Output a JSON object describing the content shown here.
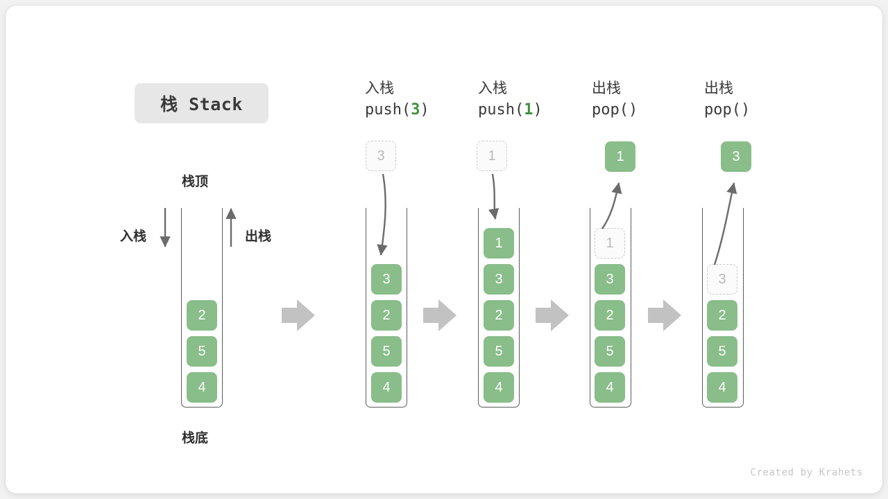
{
  "diagram": {
    "title": "栈 Stack",
    "credit": "Created by Krahets",
    "accent_green": "#89bd89",
    "ghost_border": "#c9c9c9",
    "outline": "#5b5b5b",
    "flow_arrow_color": "#c2c2c2",
    "annotations": {
      "top": "栈顶",
      "bottom": "栈底",
      "push_side": "入栈",
      "pop_side": "出栈"
    },
    "columns": [
      {
        "id": "initial",
        "head_cn": "",
        "head_code": "",
        "head_code_arg": "",
        "cells": [
          "2",
          "5",
          "4"
        ]
      },
      {
        "id": "push-3",
        "head_cn": "入栈",
        "head_code_prefix": "push(",
        "head_code_arg": "3",
        "head_code_suffix": ")",
        "incoming_value": "3",
        "cells": [
          "3",
          "2",
          "5",
          "4"
        ]
      },
      {
        "id": "push-1",
        "head_cn": "入栈",
        "head_code_prefix": "push(",
        "head_code_arg": "1",
        "head_code_suffix": ")",
        "incoming_value": "1",
        "cells": [
          "1",
          "3",
          "2",
          "5",
          "4"
        ]
      },
      {
        "id": "pop-1",
        "head_cn": "出栈",
        "head_code_prefix": "pop(",
        "head_code_arg": "",
        "head_code_suffix": ")",
        "outgoing_value": "1",
        "ghost_value": "1",
        "cells": [
          "3",
          "2",
          "5",
          "4"
        ]
      },
      {
        "id": "pop-3",
        "head_cn": "出栈",
        "head_code_prefix": "pop(",
        "head_code_arg": "",
        "head_code_suffix": ")",
        "outgoing_value": "3",
        "ghost_value": "3",
        "cells": [
          "2",
          "5",
          "4"
        ]
      }
    ]
  }
}
